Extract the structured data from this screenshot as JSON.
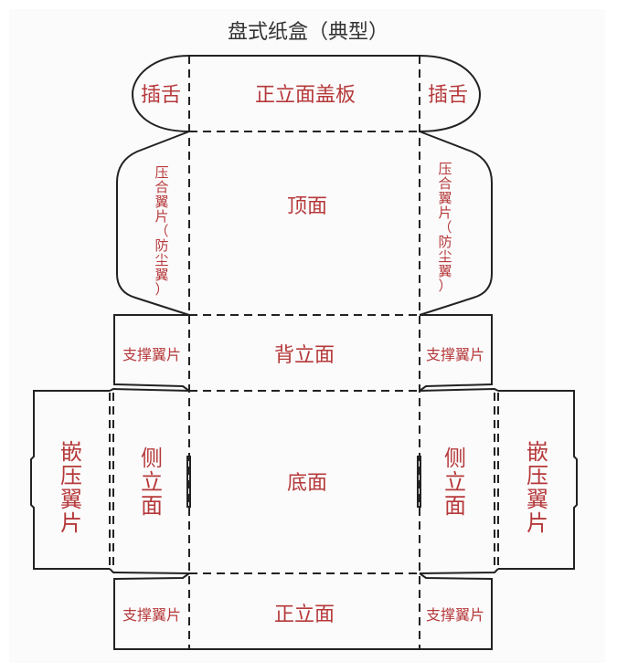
{
  "title": "盘式纸盒（典型）",
  "colors": {
    "label": "#b5393a",
    "line": "#222222"
  },
  "panels": {
    "tuck_left": "插舌",
    "front_lid": "正立面盖板",
    "tuck_right": "插舌",
    "top": "顶面",
    "dust_flap_left": [
      "压",
      "合",
      "翼",
      "片",
      "（",
      "防",
      "尘",
      "翼",
      "）"
    ],
    "dust_flap_right": [
      "压",
      "合",
      "翼",
      "片",
      "（",
      "防",
      "尘",
      "翼",
      "）"
    ],
    "back": "背立面",
    "support_flap": "支撑翼片",
    "bottom": "底面",
    "side_left": [
      "侧",
      "立",
      "面"
    ],
    "side_right": [
      "侧",
      "立",
      "面"
    ],
    "lock_flap_left": [
      "嵌",
      "压",
      "翼",
      "片"
    ],
    "lock_flap_right": [
      "嵌",
      "压",
      "翼",
      "片"
    ],
    "front": "正立面"
  }
}
